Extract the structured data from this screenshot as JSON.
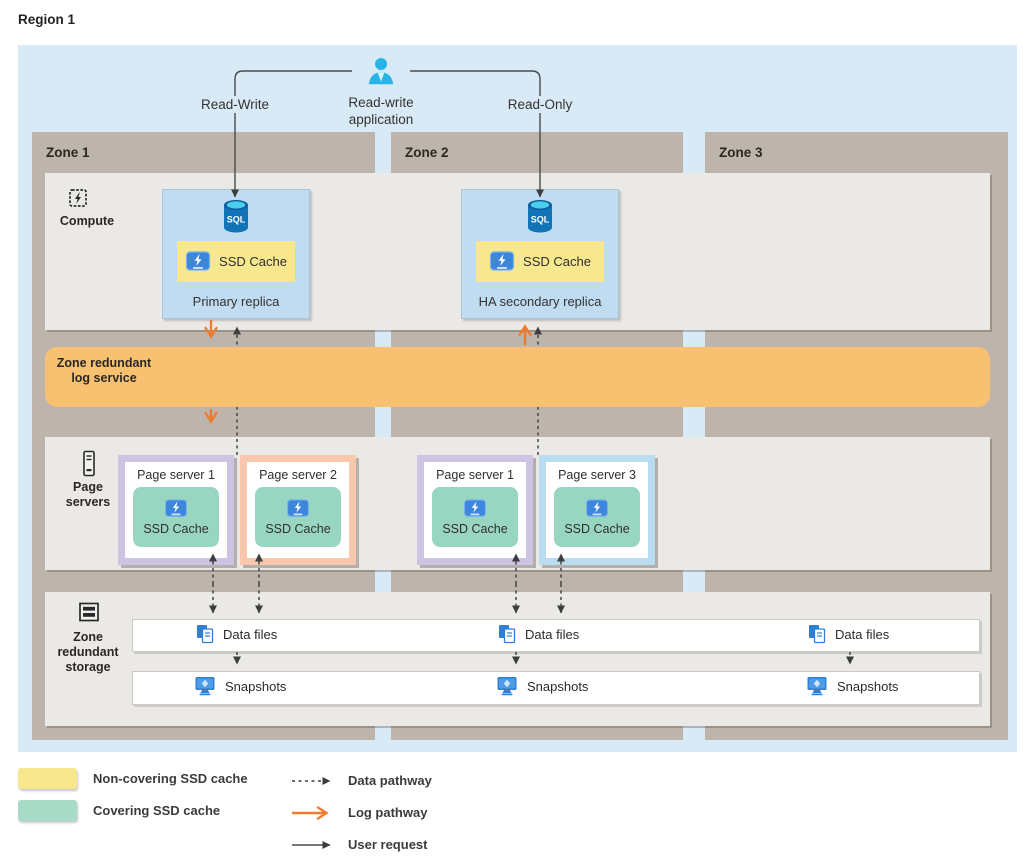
{
  "title": "Region 1",
  "top": {
    "read_write": "Read-Write",
    "read_only": "Read-Only",
    "app_line1": "Read-write",
    "app_line2": "application"
  },
  "zones": [
    {
      "label": "Zone 1"
    },
    {
      "label": "Zone 2"
    },
    {
      "label": "Zone 3"
    }
  ],
  "compute": {
    "section_label": "Compute",
    "sql": "SQL",
    "ssd_cache": "SSD Cache",
    "primary_name": "Primary replica",
    "secondary_name": "HA secondary replica"
  },
  "log_service": {
    "line1": "Zone redundant",
    "line2": "log service"
  },
  "page_servers": {
    "line1": "Page",
    "line2": "servers",
    "ssd_cache": "SSD Cache",
    "boxes": [
      {
        "title": "Page server 1",
        "frame": "lavender"
      },
      {
        "title": "Page server 2",
        "frame": "peach"
      },
      {
        "title": "Page server 1",
        "frame": "lavender"
      },
      {
        "title": "Page server 3",
        "frame": "blue"
      }
    ]
  },
  "storage": {
    "line1": "Zone",
    "line2": "redundant",
    "line3": "storage",
    "data_files": "Data files",
    "snapshots": "Snapshots"
  },
  "legend": {
    "non_covering": "Non-covering SSD cache",
    "covering": "Covering SSD cache",
    "data_pathway": "Data pathway",
    "log_pathway": "Log pathway",
    "user_request": "User request"
  },
  "colors": {
    "region_bg": "#d8eaf6",
    "zone_bg": "#bdb4ab",
    "panel_bg": "#ebe9e5",
    "log_bar": "#f8c172",
    "replica_box": "#bfdcf0",
    "non_covering_cache": "#f7e78d",
    "covering_cache": "#98d6c2",
    "frame_lavender": "#cdc3e2",
    "frame_peach": "#f8c7ae",
    "frame_blue": "#badcf0",
    "data_pathway_arrow": "#3d3d3d",
    "log_pathway_arrow": "#ed7c31",
    "user_request_arrow": "#4a4a4a"
  }
}
